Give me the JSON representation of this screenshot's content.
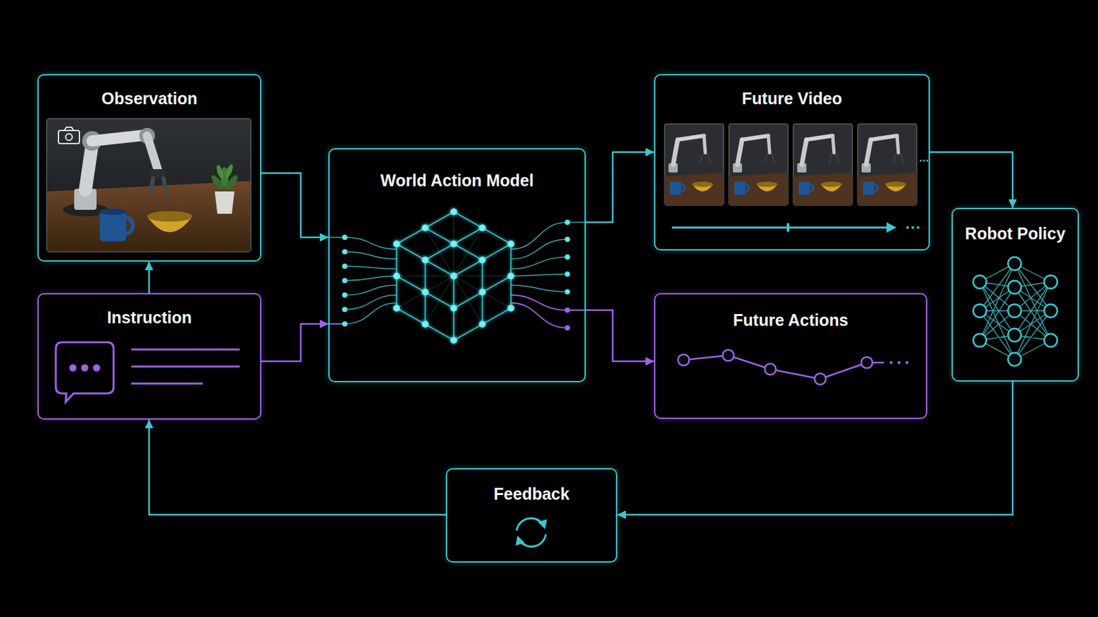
{
  "diagram": {
    "nodes": [
      {
        "text": [
          "Observation"
        ]
      },
      {
        "text": [
          "Instruction"
        ]
      },
      {
        "text": [
          "World Action Model"
        ]
      },
      {
        "text": [
          "Future Video"
        ]
      },
      {
        "text": [
          "Future Actions"
        ]
      },
      {
        "text": [
          "Robot Policy"
        ]
      },
      {
        "text": [
          "Feedback"
        ]
      }
    ],
    "edges": [
      {
        "from": 1,
        "to": 0,
        "arrow": "to"
      },
      {
        "from": 0,
        "to": 2,
        "arrow": "to"
      },
      {
        "from": 1,
        "to": 2,
        "arrow": "to"
      },
      {
        "from": 2,
        "to": 3,
        "arrow": "to"
      },
      {
        "from": 2,
        "to": 4,
        "arrow": "to"
      },
      {
        "from": 3,
        "to": 5,
        "arrow": "to"
      },
      {
        "from": 5,
        "to": 6,
        "arrow": "to"
      },
      {
        "from": 6,
        "to": 1,
        "arrow": "to"
      }
    ]
  }
}
